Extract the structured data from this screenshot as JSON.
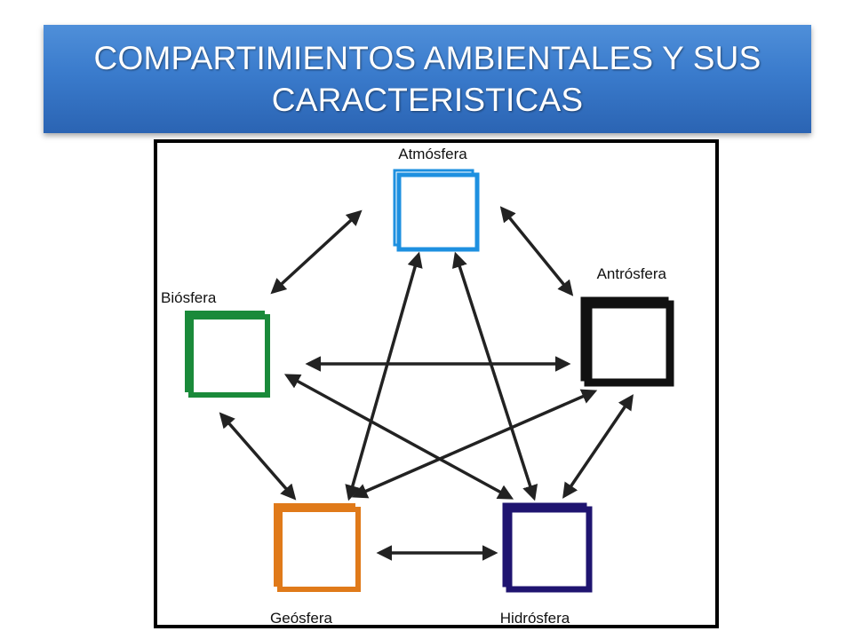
{
  "slide": {
    "title": "COMPARTIMIENTOS AMBIENTALES Y SUS CARACTERISTICAS"
  },
  "diagram": {
    "nodes": [
      {
        "id": "atmosfera",
        "label": "Atmósfera",
        "color": "#1e90e0"
      },
      {
        "id": "antrosfera",
        "label": "Antrósfera",
        "color": "#111111"
      },
      {
        "id": "biosfera",
        "label": "Biósfera",
        "color": "#1a8a3a"
      },
      {
        "id": "geosfera",
        "label": "Geósfera",
        "color": "#e07a1a"
      },
      {
        "id": "hidrosfera",
        "label": "Hidrósfera",
        "color": "#1f1470"
      }
    ],
    "connections": [
      [
        "atmosfera",
        "biosfera"
      ],
      [
        "atmosfera",
        "antrosfera"
      ],
      [
        "atmosfera",
        "geosfera"
      ],
      [
        "atmosfera",
        "hidrosfera"
      ],
      [
        "biosfera",
        "antrosfera"
      ],
      [
        "biosfera",
        "geosfera"
      ],
      [
        "biosfera",
        "hidrosfera"
      ],
      [
        "antrosfera",
        "geosfera"
      ],
      [
        "antrosfera",
        "hidrosfera"
      ],
      [
        "geosfera",
        "hidrosfera"
      ]
    ],
    "arrow_style": "double-headed",
    "arrow_color": "#222222"
  }
}
